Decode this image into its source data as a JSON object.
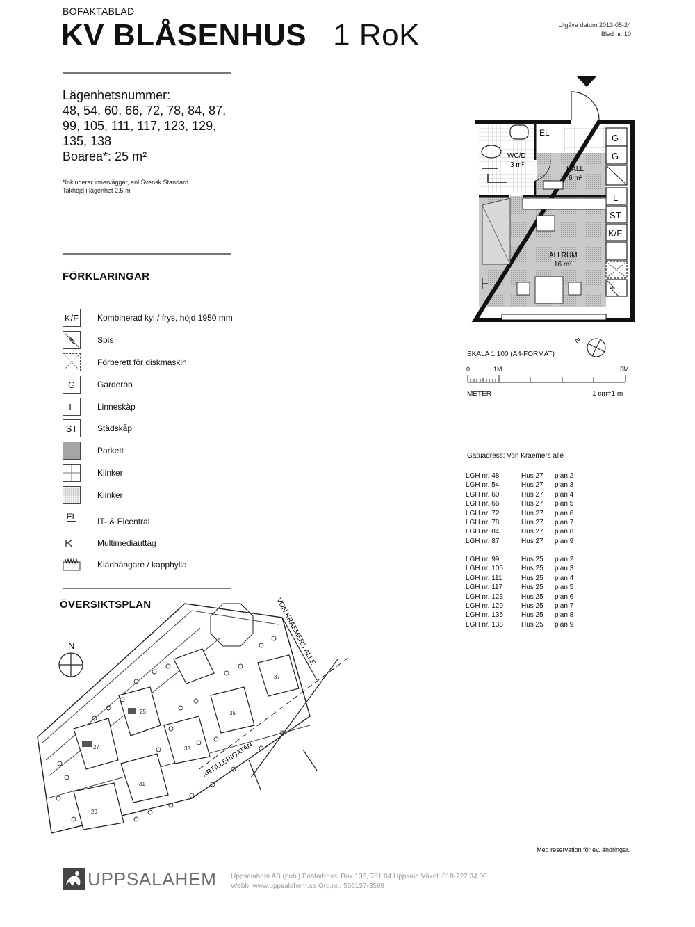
{
  "header": {
    "doc_type": "BOFAKTABLAD",
    "title": "KV BLÅSENHUS",
    "rooms": "1 RoK",
    "issue_date": "Utgåva datum 2013-05-24",
    "sheet": "Blad nr. 10"
  },
  "info": {
    "apartment_heading": "Lägenhetsnummer:",
    "apartment_numbers_line1": "48, 54, 60, 66, 72, 78, 84, 87,",
    "apartment_numbers_line2": "99, 105, 111, 117, 123, 129,",
    "apartment_numbers_line3": "135, 138",
    "area": "Boarea*: 25 m²",
    "note1": "*Inkluderar innerväggar, enl Svensk Standard",
    "note2": "Takhöjd i lägenhet 2,5 m"
  },
  "legend": {
    "title": "FÖRKLARINGAR",
    "items": [
      {
        "symbol": "K/F",
        "label": "Kombinerad kyl / frys, höjd 1950 mm",
        "icon": "fridge-freezer-icon"
      },
      {
        "symbol": "",
        "label": "Spis",
        "icon": "stove-icon"
      },
      {
        "symbol": "",
        "label": "Förberett för diskmaskin",
        "icon": "dishwasher-icon"
      },
      {
        "symbol": "G",
        "label": "Garderob",
        "icon": "wardrobe-icon"
      },
      {
        "symbol": "L",
        "label": "Linneskåp",
        "icon": "linen-cupboard-icon"
      },
      {
        "symbol": "ST",
        "label": "Städskåp",
        "icon": "cleaning-cupboard-icon"
      },
      {
        "symbol": "",
        "label": "Parkett",
        "icon": "parquet-icon"
      },
      {
        "symbol": "",
        "label": "Klinker",
        "icon": "tile-large-icon"
      },
      {
        "symbol": "",
        "label": "Klinker",
        "icon": "tile-small-icon"
      },
      {
        "symbol": "EL",
        "label": "IT- & Elcentral",
        "icon": "electrical-panel-icon"
      },
      {
        "symbol": "",
        "label": "Multimediauttag",
        "icon": "multimedia-outlet-icon"
      },
      {
        "symbol": "",
        "label": "Klädhängare / kapphylla",
        "icon": "coat-rack-icon"
      }
    ]
  },
  "overview": {
    "title": "ÖVERSIKTSPLAN",
    "north": "N",
    "street1": "VON KRAEMERS ALLÉ",
    "street2": "ARTILLERIGATAN",
    "house_numbers": [
      "25",
      "27",
      "29",
      "31",
      "33",
      "35",
      "37"
    ]
  },
  "plan": {
    "rooms": {
      "wc_name": "WC/D",
      "wc_area": "3 m²",
      "hall_name": "HALL",
      "hall_area": "6 m²",
      "allrum_name": "ALLRUM",
      "allrum_area": "16 m²"
    },
    "el_label": "EL",
    "side_labels": [
      "G",
      "G",
      "L",
      "ST",
      "K/F"
    ],
    "north": "N",
    "scale_text": "SKALA 1:100 (A4-FORMAT)",
    "scale_zero": "0",
    "scale_one": "1M",
    "scale_five": "5M",
    "scale_unit": "METER",
    "scale_ratio": "1 cm=1 m"
  },
  "addresses": {
    "street": "Gatuadress: Von Kraemers allé",
    "group1": [
      {
        "lgh": "LGH nr. 48",
        "hus": "Hus 27",
        "plan": "plan 2"
      },
      {
        "lgh": "LGH nr. 54",
        "hus": "Hus 27",
        "plan": "plan 3"
      },
      {
        "lgh": "LGH nr. 60",
        "hus": "Hus 27",
        "plan": "plan 4"
      },
      {
        "lgh": "LGH nr. 66",
        "hus": "Hus 27",
        "plan": "plan 5"
      },
      {
        "lgh": "LGH nr. 72",
        "hus": "Hus 27",
        "plan": "plan 6"
      },
      {
        "lgh": "LGH nr. 78",
        "hus": "Hus 27",
        "plan": "plan 7"
      },
      {
        "lgh": "LGH nr. 84",
        "hus": "Hus 27",
        "plan": "plan 8"
      },
      {
        "lgh": "LGH nr. 87",
        "hus": "Hus 27",
        "plan": "plan 9"
      }
    ],
    "group2": [
      {
        "lgh": "LGH nr. 99",
        "hus": "Hus 25",
        "plan": "plan 2"
      },
      {
        "lgh": "LGH nr. 105",
        "hus": "Hus 25",
        "plan": "plan 3"
      },
      {
        "lgh": "LGH nr. 111",
        "hus": "Hus 25",
        "plan": "plan 4"
      },
      {
        "lgh": "LGH nr. 117",
        "hus": "Hus 25",
        "plan": "plan 5"
      },
      {
        "lgh": "LGH nr. 123",
        "hus": "Hus 25",
        "plan": "plan 6"
      },
      {
        "lgh": "LGH nr. 129",
        "hus": "Hus 25",
        "plan": "plan 7"
      },
      {
        "lgh": "LGH nr. 135",
        "hus": "Hus 25",
        "plan": "plan 8"
      },
      {
        "lgh": "LGH nr. 138",
        "hus": "Hus 25",
        "plan": "plan 9"
      }
    ]
  },
  "footer": {
    "reservation": "Med reservation för ev. ändringar.",
    "company_name": "UPPSALAHEM",
    "company_line1": "Uppsalahem AB (publ)  Postadress: Box 136, 751 04 Uppsala  Växel: 018-727 34 00",
    "company_line2": "Webb: www.uppsalahem.se  Org.nr.: 556137-3589"
  }
}
